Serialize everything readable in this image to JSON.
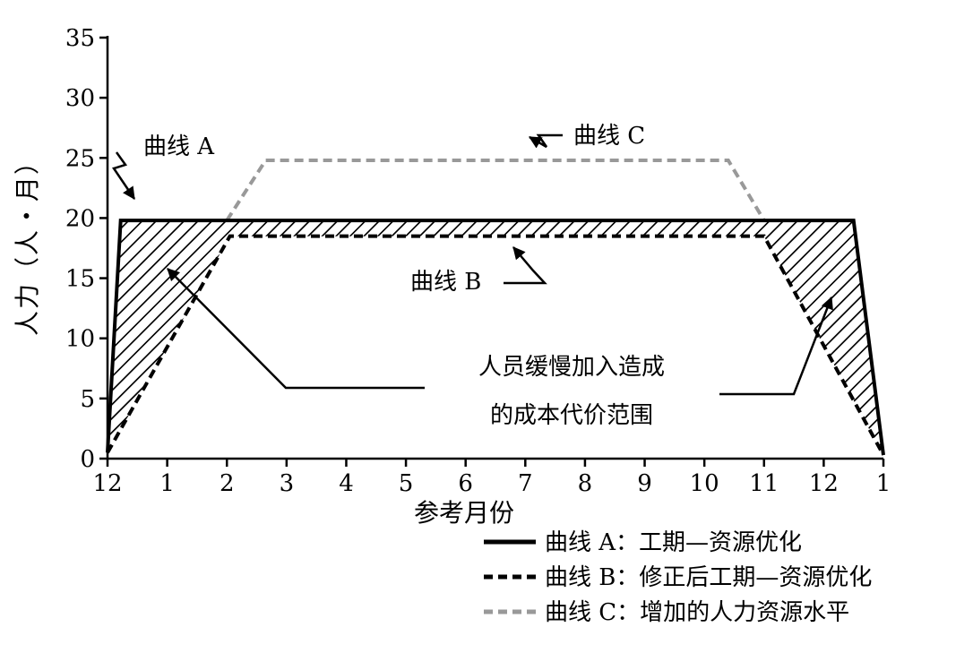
{
  "chart_data": {
    "type": "line",
    "title": "",
    "xlabel": "参考月份",
    "ylabel": "人力（人・月）",
    "ylim": [
      0,
      35
    ],
    "yticks": [
      0,
      5,
      10,
      15,
      20,
      25,
      30,
      35
    ],
    "xlim": [
      0,
      13
    ],
    "x_tick_labels": [
      "12",
      "1",
      "2",
      "3",
      "4",
      "5",
      "6",
      "7",
      "8",
      "9",
      "10",
      "11",
      "12",
      "1"
    ],
    "grid": false,
    "legend_position": "bottom-right",
    "series": [
      {
        "name": "曲线 A",
        "legend_label": "曲线 A：工期—资源优化",
        "style": "solid",
        "color": "#000000",
        "points": [
          [
            0,
            0.5
          ],
          [
            0.22,
            19.8
          ],
          [
            12.5,
            19.8
          ],
          [
            13,
            0.3
          ]
        ]
      },
      {
        "name": "曲线 B",
        "legend_label": "曲线 B：修正后工期—资源优化",
        "style": "dashed",
        "color": "#000000",
        "points": [
          [
            0,
            0.5
          ],
          [
            2.05,
            18.5
          ],
          [
            11.0,
            18.5
          ],
          [
            13,
            0.3
          ]
        ]
      },
      {
        "name": "曲线 C",
        "legend_label": "曲线 C：增加的人力资源水平",
        "style": "dashed",
        "color": "#999999",
        "points": [
          [
            2,
            19.8
          ],
          [
            2.65,
            24.8
          ],
          [
            10.4,
            24.8
          ],
          [
            11,
            19.8
          ]
        ]
      }
    ],
    "shaded_regions": [
      {
        "between": [
          "曲线 A",
          "曲线 B"
        ],
        "x_range": [
          0,
          2.05
        ]
      },
      {
        "between": [
          "曲线 A",
          "曲线 B"
        ],
        "x_range": [
          2.05,
          11.0
        ]
      },
      {
        "between": [
          "曲线 A",
          "曲线 B"
        ],
        "x_range": [
          11.0,
          13
        ]
      }
    ],
    "annotations": [
      {
        "text": "曲线 A",
        "target": "曲线 A"
      },
      {
        "text": "曲线 B",
        "target": "曲线 B"
      },
      {
        "text": "曲线 C",
        "target": "曲线 C"
      },
      {
        "lines": [
          "人员缓慢加入造成",
          "的成本代价范围"
        ],
        "target": "shaded_regions"
      }
    ]
  }
}
